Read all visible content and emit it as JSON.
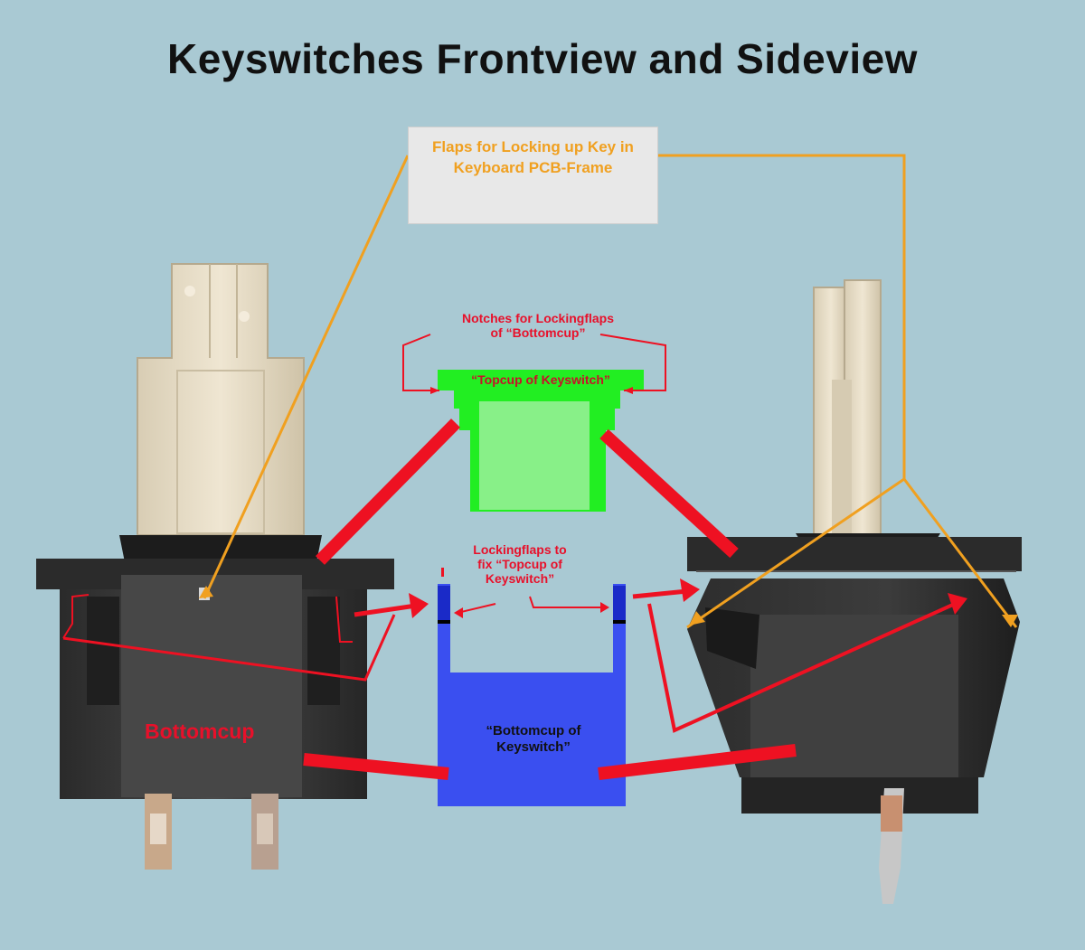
{
  "title": "Keyswitches Frontview and Sideview",
  "callout": {
    "line1": "Flaps for Locking up Key in",
    "line2": "Keyboard PCB-Frame"
  },
  "labels": {
    "notches_line1": "Notches for Lockingflaps",
    "notches_line2": "of “Bottomcup”",
    "topcup": "“Topcup of Keyswitch”",
    "lockingflaps_line1": "Lockingflaps to",
    "lockingflaps_line2": "fix “Topcup of",
    "lockingflaps_line3": "Keyswitch”",
    "bottomcup": "Bottomcup",
    "bottomcup_box_line1": "“Bottomcup of",
    "bottomcup_box_line2": "Keyswitch”"
  },
  "colors": {
    "background": "#a9c9d3",
    "topcup_outer": "#22ee22",
    "topcup_inner": "#88f088",
    "bottomcup": "#3a4ff0",
    "arrow_red": "#ee1122",
    "leader_orange": "#f0a020"
  }
}
